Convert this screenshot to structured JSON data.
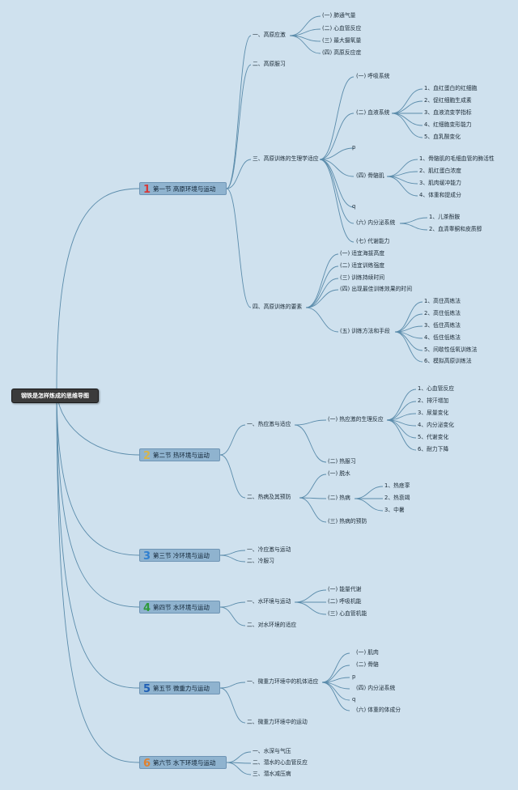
{
  "root": {
    "title": "钢铁是怎样炼成的思维导图"
  },
  "sections": [
    {
      "num": "1",
      "num_color": "#d63a3a",
      "title": "第一节 高原环境与运动"
    },
    {
      "num": "2",
      "num_color": "#d8b54a",
      "title": "第二节 热环境与运动"
    },
    {
      "num": "3",
      "num_color": "#2f7fd0",
      "title": "第三节 冷环境与运动"
    },
    {
      "num": "4",
      "num_color": "#2e9a3a",
      "title": "第四节 水环境与运动"
    },
    {
      "num": "5",
      "num_color": "#1f5fb5",
      "title": "第五节 微重力与运动"
    },
    {
      "num": "6",
      "num_color": "#e0812f",
      "title": "第六节 水下环境与运动"
    }
  ],
  "s1": {
    "a1": "一、高原应激",
    "a1_items": [
      "(一) 肺通气量",
      "(二) 心血管反应",
      "(三) 最大摄氧量",
      "(四) 高原反应症"
    ],
    "a2": "二、高原服习",
    "a3": "三、高原训练的生理学适应",
    "a3_b1": "(一) 呼吸系统",
    "a3_b2": "(二) 血液系统",
    "a3_b2_items": [
      "1、血红蛋白的红细胞",
      "2、促红细胞生成素",
      "3、血液流变学指标",
      "4、红细胞变形能力",
      "5、血乳酸变化"
    ],
    "a3_p": "p",
    "a3_b4": "(四) 骨骼肌",
    "a3_b4_items": [
      "1、骨骼肌的毛细血管的酶活性",
      "2、肌红蛋白浓度",
      "3、肌肉缓冲能力",
      "4、体重和提成分"
    ],
    "a3_q": "q",
    "a3_b6": "(六) 内分泌系统",
    "a3_b6_items": [
      "1、儿茶酚胺",
      "2、血清睾酮和皮质醇"
    ],
    "a3_b7": "(七) 代谢能力",
    "a4": "四、高原训练的要素",
    "a4_items": [
      "(一) 适宜海拔高度",
      "(二) 适宜训练强度",
      "(三) 训练持续时间",
      "(四) 出现最佳训练效果的时间"
    ],
    "a4_b5": "(五) 训练方法和手段",
    "a4_b5_items": [
      "1、高住高练法",
      "2、高住低练法",
      "3、低住高练法",
      "4、低住低练法",
      "5、间歇性低氧训练法",
      "6、模拟高原训练法"
    ]
  },
  "s2": {
    "a1": "一、热应激与适应",
    "a1_b1": "(一) 热应激的生理反应",
    "a1_b1_items": [
      "1、心血管反应",
      "2、排汗增加",
      "3、尿量变化",
      "4、内分泌变化",
      "5、代谢变化",
      "6、耐力下降"
    ],
    "a1_b2": "(二) 热服习",
    "a2": "二、热病及其预防",
    "a2_b1": "(一) 脱水",
    "a2_b2": "(二) 热病",
    "a2_b2_items": [
      "1、热痉挛",
      "2、热衰竭",
      "3、中暑"
    ],
    "a2_b3": "(三) 热病的预防"
  },
  "s3": {
    "items": [
      "一、冷应激与运动",
      "二、冷服习"
    ]
  },
  "s4": {
    "a1": "一、水环境与运动",
    "a1_items": [
      "(一) 能量代谢",
      "(二) 呼吸机能",
      "(三) 心血管机能"
    ],
    "a2": "二、对水环境的适应"
  },
  "s5": {
    "a1": "一、微重力环境中的机体适应",
    "a1_items": [
      "(一) 肌肉",
      "(二) 骨骼",
      "p",
      "(四) 内分泌系统",
      "q",
      "(六) 体重的体成分"
    ],
    "a2": "二、微重力环境中的运动"
  },
  "s6": {
    "items": [
      "一、水深与气压",
      "二、潜水的心血管反应",
      "三、潜水减压病"
    ]
  },
  "colors": {
    "background": "#cfe1ee",
    "link": "#5b8cab",
    "section_fill": "#8fb3cf",
    "root_fill": "#3b3b3b"
  }
}
